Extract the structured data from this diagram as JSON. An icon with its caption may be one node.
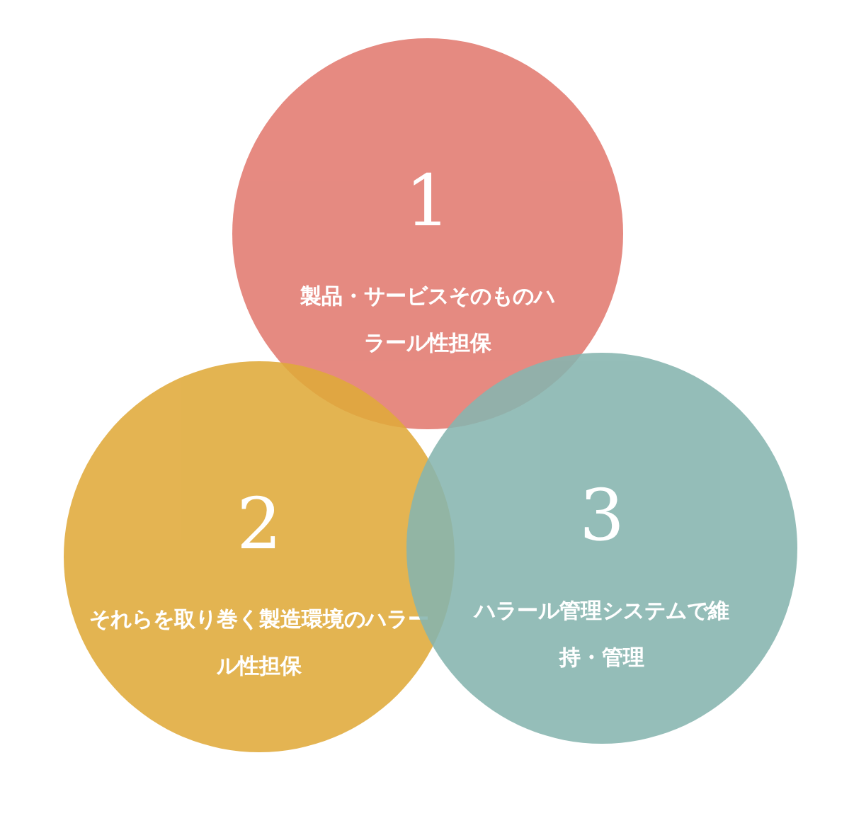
{
  "diagram": {
    "nodes": [
      {
        "text": [
          "1",
          "製品・サービスそのものハラール性担保"
        ]
      },
      {
        "text": [
          "2",
          "それらを取り巻く製造環境のハラール性担保"
        ]
      },
      {
        "text": [
          "3",
          "ハラール管理システムで維持・管理"
        ]
      }
    ]
  }
}
